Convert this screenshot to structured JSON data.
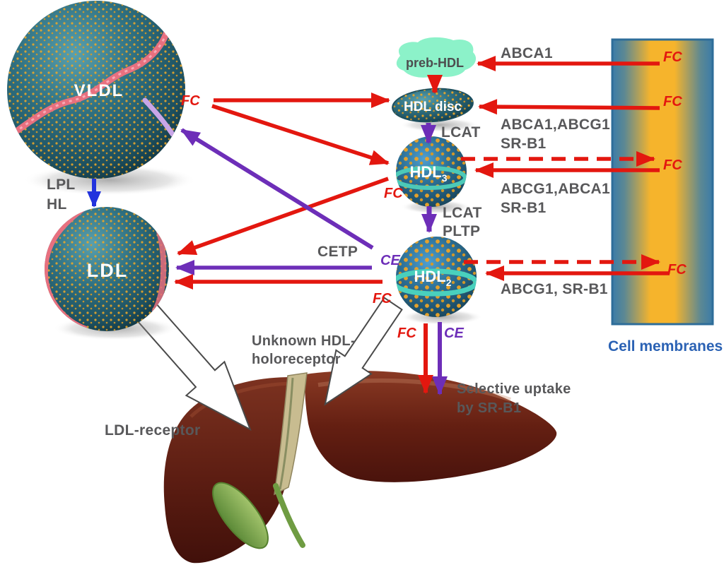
{
  "particles": {
    "vldl": "VLDL",
    "ldl": "LDL",
    "preb_hdl": "preb-HDL",
    "hdl_disc": "HDL disc",
    "hdl3_base": "HDL",
    "hdl3_sub": "3",
    "hdl2_base": "HDL",
    "hdl2_sub": "2"
  },
  "enzymes": {
    "lpl": "LPL",
    "hl": "HL",
    "lcat_top": "LCAT",
    "lcat_mid": "LCAT",
    "pltp": "PLTP",
    "cetp": "CETP"
  },
  "transporters": {
    "abca1_top": "ABCA1",
    "hdl_disc_row1": "ABCA1,ABCG1",
    "hdl_disc_row2": "SR-B1",
    "hdl3_row1": "ABCG1,ABCA1",
    "hdl3_row2": "SR-B1",
    "hdl2_row": "ABCG1, SR-B1"
  },
  "receptors": {
    "ldl_receptor": "LDL-receptor",
    "unknown_line1": "Unknown HDL-",
    "unknown_line2": "holoreceptor",
    "selective_line1": "Selective uptake",
    "selective_line2": "by SR-B1"
  },
  "membrane": {
    "caption": "Cell membranes"
  },
  "tags": {
    "fc_vldl": "FC",
    "fc_hdl3": "FC",
    "ce_hdl2": "CE",
    "fc_hdl2": "FC",
    "fc_down": "FC",
    "ce_down": "CE",
    "fc_mem1": "FC",
    "fc_mem2": "FC",
    "fc_mem3": "FC",
    "fc_mem4": "FC"
  },
  "colors": {
    "arrow_red": "#e3170f",
    "arrow_purple": "#6d2eb8",
    "arrow_blue": "#2233dd",
    "label_gray": "#58585a",
    "membrane_caption_blue": "#2b62b4",
    "membrane_gold": "#f6b42c",
    "membrane_edge_blue": "#3b7ca8",
    "particle_teal": "#2f7081",
    "particle_dot_orange": "#e9a62a",
    "preb_blob_mint": "#8cf2c9",
    "liver_maroon": "#5c1d12"
  }
}
